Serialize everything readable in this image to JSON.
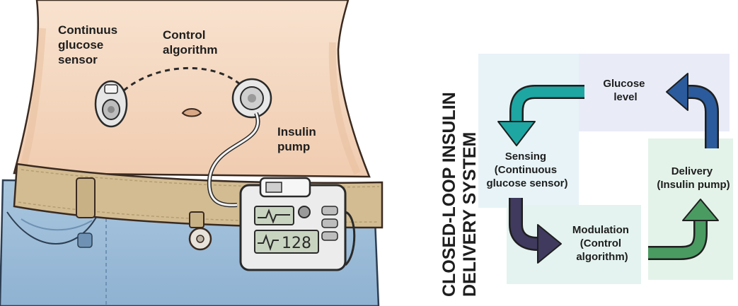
{
  "illustration": {
    "labels": {
      "sensor": [
        "Continuus",
        "glucose",
        "sensor"
      ],
      "algorithm": [
        "Control",
        "algorithm"
      ],
      "pump": [
        "Insulin",
        "pump"
      ]
    },
    "pump_display": {
      "reading": "128"
    }
  },
  "diagram": {
    "title_lines": [
      "CLOSED-LOOP INSULIN",
      "DELIVERY SYSTEM"
    ],
    "nodes": {
      "glucose": {
        "lines": [
          "Glucose",
          "level"
        ]
      },
      "sensing": {
        "lines": [
          "Sensing",
          "(Continuous",
          "glucose sensor)"
        ]
      },
      "modulation": {
        "lines": [
          "Modulation",
          "(Control",
          "algorithm)"
        ]
      },
      "delivery": {
        "lines": [
          "Delivery",
          "(Insulin pump)"
        ]
      }
    },
    "colors": {
      "glucose_box": "#e9ecf7",
      "sensing_box": "#e7f3f7",
      "modulation_box": "#e4f3ef",
      "delivery_box": "#e4f3e9",
      "arrow_glucose_to_sensing": "#1ea6a3",
      "arrow_sensing_to_modulation": "#3f3a5e",
      "arrow_modulation_to_delivery": "#4a9b62",
      "arrow_delivery_to_glucose": "#2b5b9c"
    }
  }
}
